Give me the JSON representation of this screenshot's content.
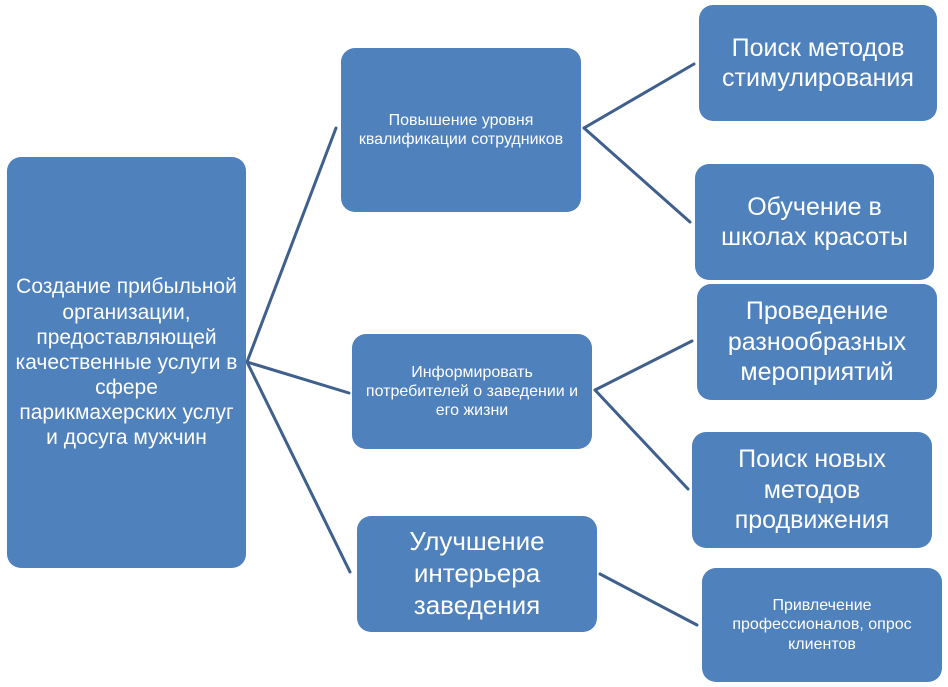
{
  "diagram": {
    "root": {
      "label": "Создание прибыльной организации, предоставляющей качественные услуги в сфере парикмахерских услуг и досуга мужчин"
    },
    "branches": [
      {
        "label": "Повышение уровня квалификации сотрудников",
        "children": [
          {
            "label": "Поиск методов стимулирования"
          },
          {
            "label": "Обучение в школах красоты"
          }
        ]
      },
      {
        "label": "Информировать потребителей о заведении и его жизни",
        "children": [
          {
            "label": "Проведение разнообразных мероприятий"
          },
          {
            "label": "Поиск новых методов продвижения"
          }
        ]
      },
      {
        "label": "Улучшение интерьера заведения",
        "children": [
          {
            "label": "Привлечение профессионалов, опрос клиентов"
          }
        ]
      }
    ],
    "colors": {
      "node_fill": "#4f81bd",
      "node_text": "#ffffff",
      "connector": "#3f5f8c"
    }
  }
}
